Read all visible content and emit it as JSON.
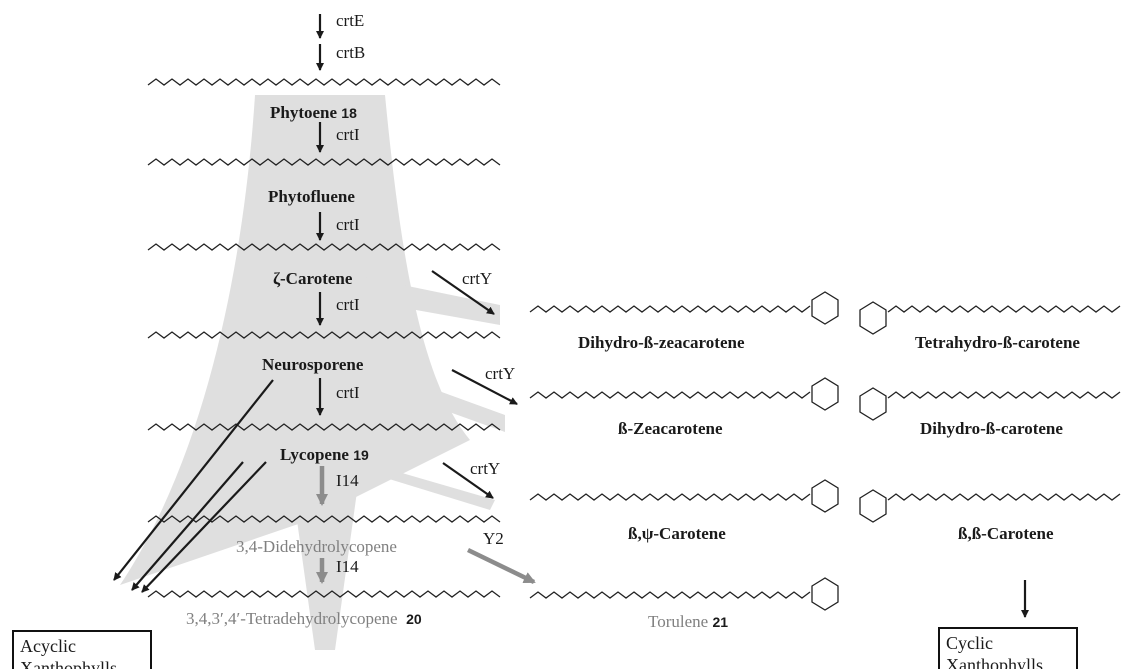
{
  "enzymes": {
    "crtE": "crtE",
    "crtB": "crtB",
    "crtI": "crtI",
    "crtY": "crtY",
    "i14": "I14",
    "y2": "Y2"
  },
  "compounds": {
    "phytoene": {
      "name": "Phytoene",
      "number": "18"
    },
    "phytofluene": {
      "name": "Phytofluene"
    },
    "zeta_carotene": {
      "name": "ζ-Carotene"
    },
    "neurosporene": {
      "name": "Neurosporene"
    },
    "lycopene": {
      "name": "Lycopene",
      "number": "19"
    },
    "didehydrolycopene": {
      "name": "3,4-Didehydrolycopene"
    },
    "tetradehydrolycopene": {
      "name": "3,4,3′,4′-Tetradehydrolycopene",
      "number": "20"
    },
    "dihydro_zeacarotene": {
      "name": "Dihydro-ß-zeacarotene"
    },
    "zeacarotene": {
      "name": "ß-Zeacarotene"
    },
    "beta_psi_carotene": {
      "name": "ß,ψ-Carotene"
    },
    "torulene": {
      "name": "Torulene",
      "number": "21"
    },
    "tetrahydro_carotene": {
      "name": "Tetrahydro-ß-carotene"
    },
    "dihydro_carotene": {
      "name": "Dihydro-ß-carotene"
    },
    "beta_beta_carotene": {
      "name": "ß,ß-Carotene"
    }
  },
  "boxes": {
    "acyclic": {
      "line1": "Acyclic",
      "line2": "Xanthophylls"
    },
    "cyclic": {
      "line1": "Cyclic",
      "line2": "Xanthophylls"
    }
  },
  "colors": {
    "arrow_black": "#1a1a1a",
    "arrow_grey": "#8c8c8c",
    "fan_grey": "#dcdcdc",
    "grey_text": "#808080"
  }
}
